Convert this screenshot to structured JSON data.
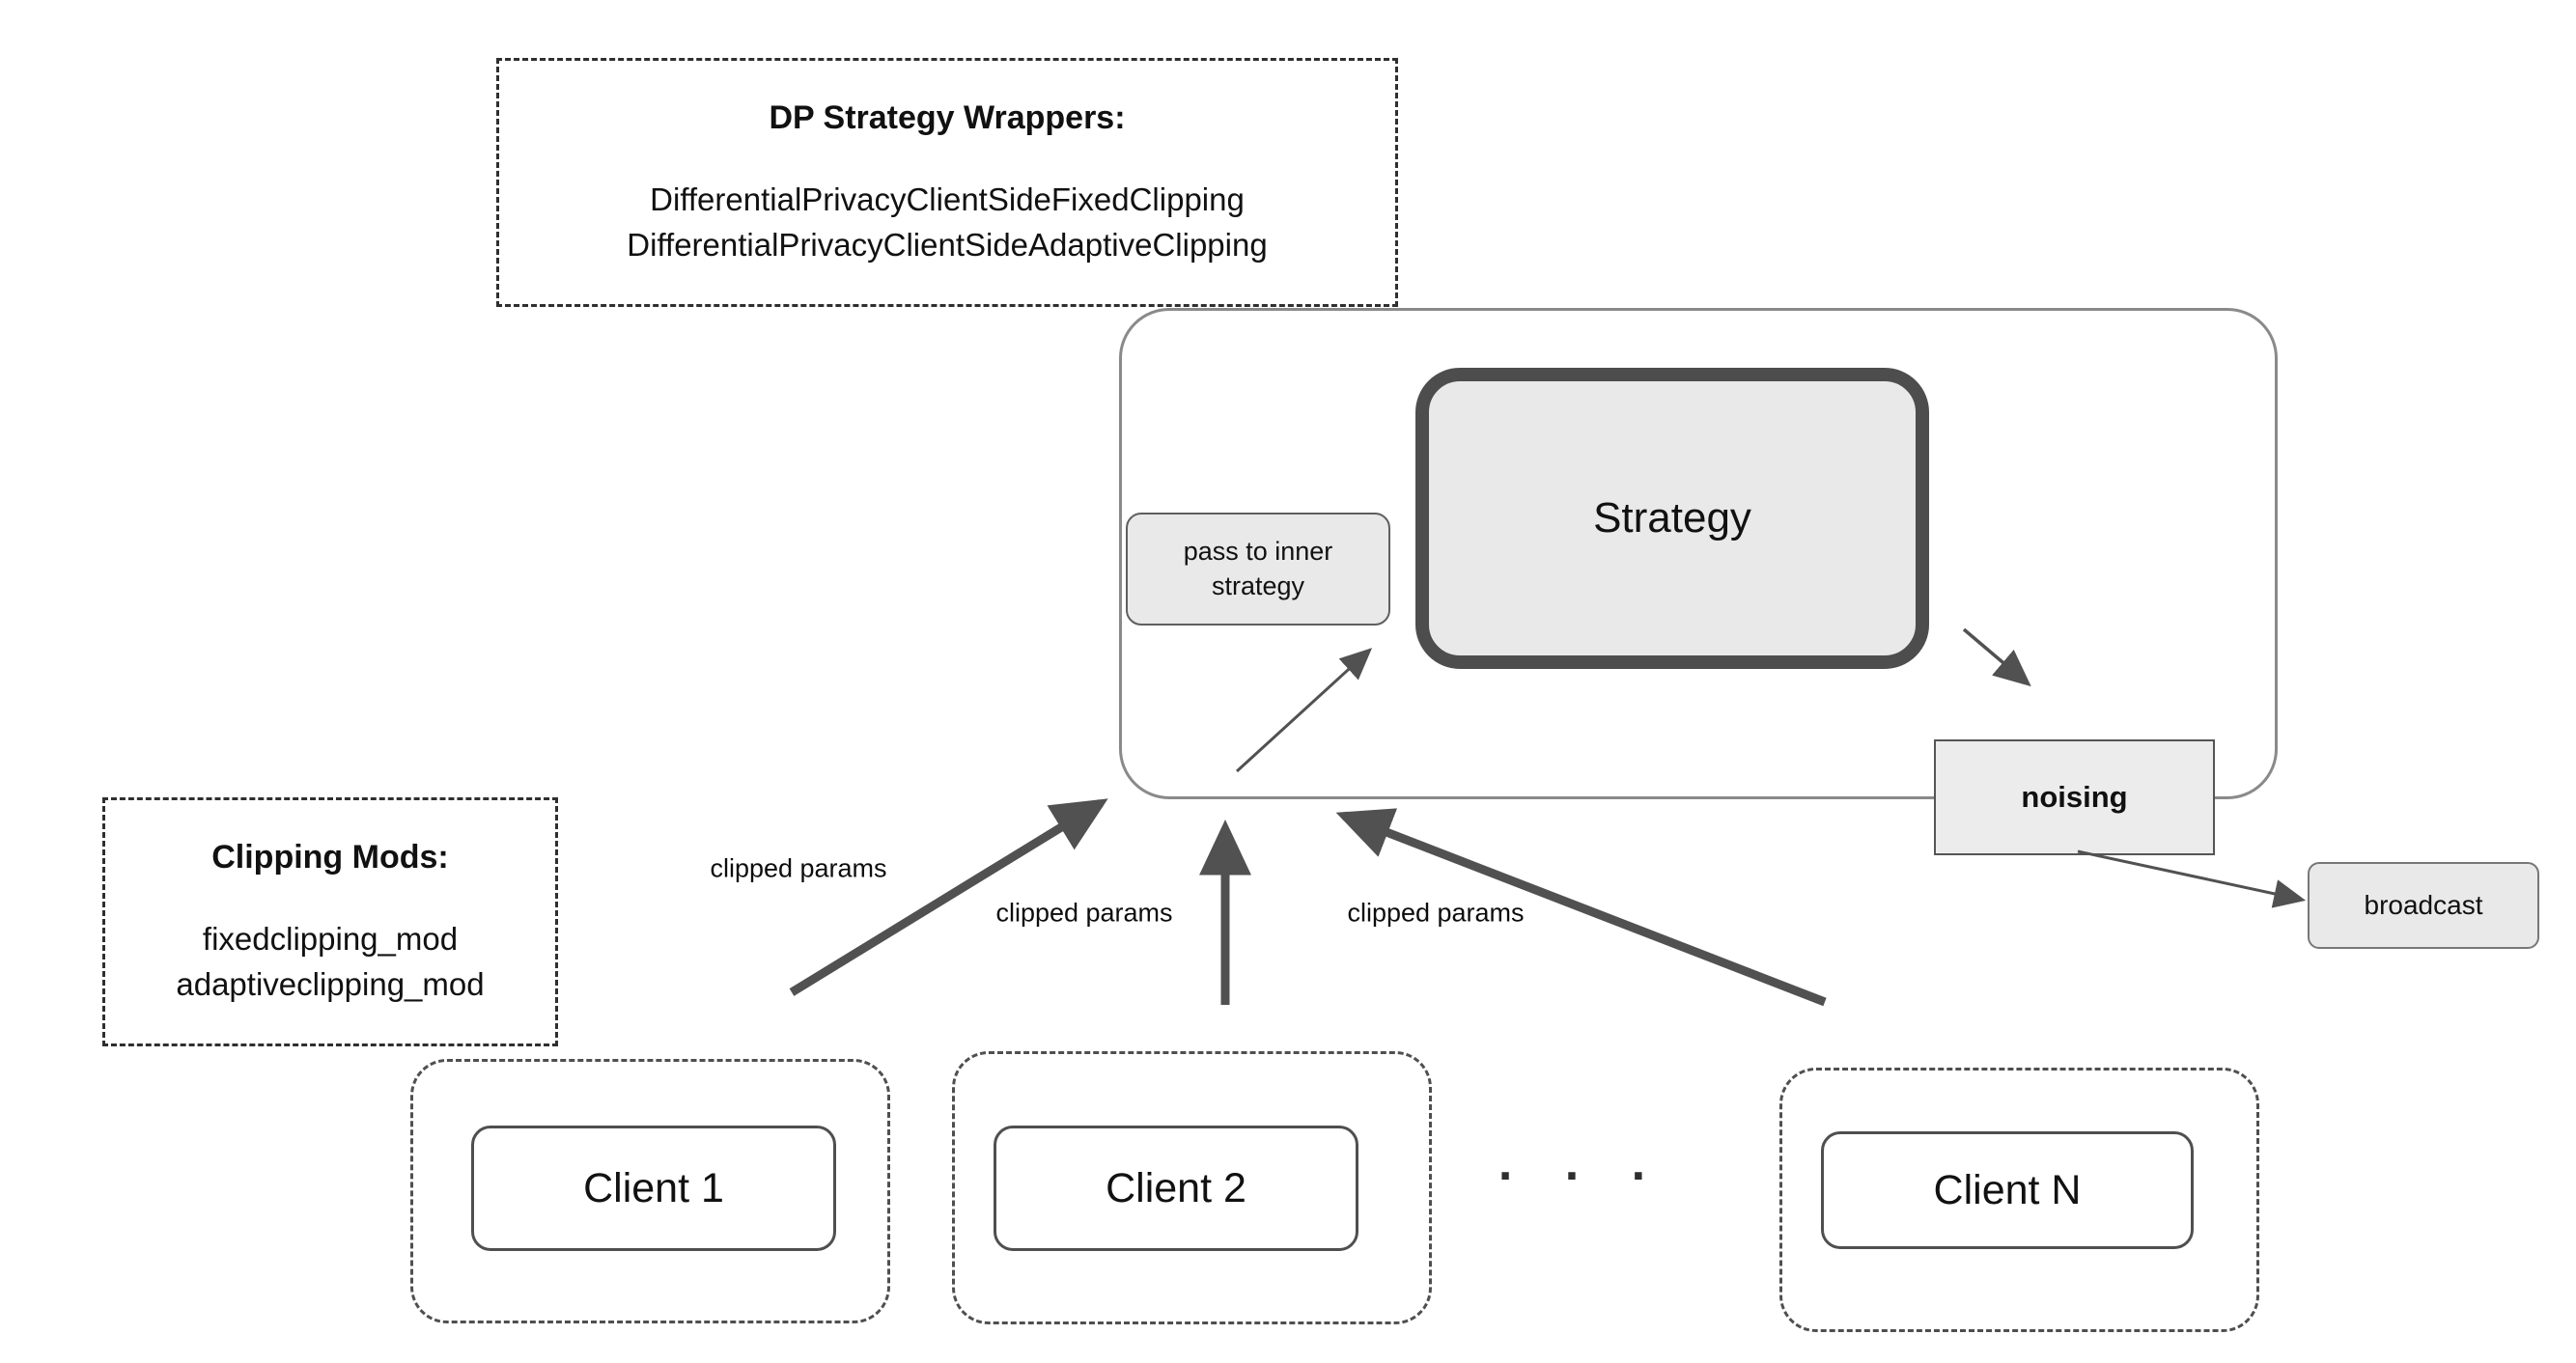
{
  "diagram": {
    "dp_wrappers": {
      "title": "DP Strategy Wrappers:",
      "line1": "DifferentialPrivacyClientSideFixedClipping",
      "line2": "DifferentialPrivacyClientSideAdaptiveClipping"
    },
    "clipping_mods": {
      "title": "Clipping Mods:",
      "line1": "fixedclipping_mod",
      "line2": "adaptiveclipping_mod"
    },
    "server": {
      "pass_to_inner_label": "pass to inner strategy",
      "strategy_label": "Strategy",
      "noising_label": "noising",
      "broadcast_label": "broadcast"
    },
    "clients": {
      "client1": "Client 1",
      "client2": "Client 2",
      "clientN": "Client N",
      "ellipsis": ". . ."
    },
    "arrows": {
      "label1": "clipped params",
      "label2": "clipped params",
      "label3": "clipped params"
    },
    "colors": {
      "fill_gray": "#e9e9e9",
      "border_dark": "#4d4d4d",
      "arrow": "#515151"
    }
  }
}
